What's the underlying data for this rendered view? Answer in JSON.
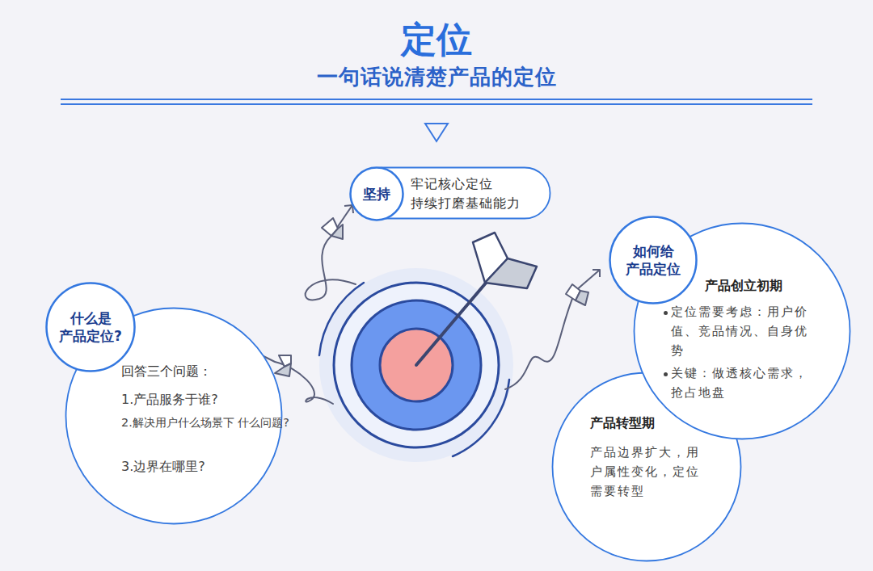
{
  "diagram": {
    "title": "定位",
    "nodes": [
      {
        "text": [
          "坚持"
        ]
      },
      {
        "text": [
          "牢记核心定位 持续打磨基础能力"
        ]
      },
      {
        "text": [
          "什么是 产品定位?"
        ]
      },
      {
        "text": [
          "回答三个问题：",
          "1.产品服务于谁?",
          "2.解决用户什么场景下 什么问题?",
          "3.边界在哪里?"
        ]
      },
      {
        "text": [
          "如何给 产品定位"
        ]
      },
      {
        "text": [
          "产品创立初期",
          "定位需要考虑：用户价值、竞品情况、自身优势",
          "关键：做透核心需求，抢占地盘"
        ]
      },
      {
        "text": [
          "产品转型期",
          "产品边界扩大，用户属性变化，定位需要转型"
        ]
      }
    ],
    "labels": [
      "一句话说清楚产品的定位"
    ]
  }
}
